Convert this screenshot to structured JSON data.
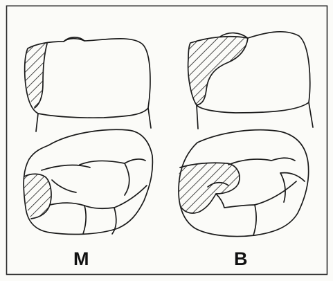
{
  "figure": {
    "labels": {
      "left": "M",
      "right": "B"
    },
    "views": [
      {
        "column": "left",
        "row": "top",
        "view": "proximal",
        "shaded_region": "mesial"
      },
      {
        "column": "right",
        "row": "top",
        "view": "proximal",
        "shaded_region": "mesial"
      },
      {
        "column": "left",
        "row": "bottom",
        "view": "occlusal",
        "shaded_region": "mesial"
      },
      {
        "column": "right",
        "row": "bottom",
        "view": "occlusal",
        "shaded_region": "mesial"
      }
    ],
    "colors": {
      "line": "#1a1a1a",
      "background": "#fbfbf8",
      "frame": "#2a2a2a"
    }
  }
}
